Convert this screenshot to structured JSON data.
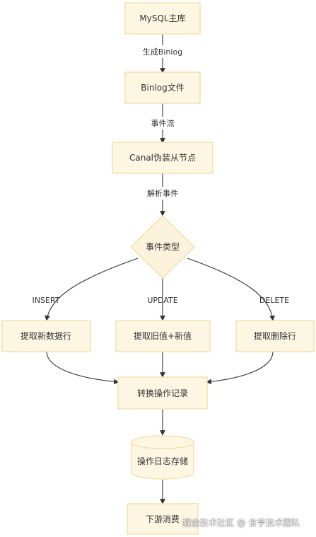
{
  "nodes": {
    "mysql_master": "MySQL主库",
    "binlog_file": "Binlog文件",
    "canal_slave": "Canal伪装从节点",
    "event_type": "事件类型",
    "extract_new": "提取新数据行",
    "extract_old_new": "提取旧值+新值",
    "extract_deleted": "提取删除行",
    "convert_record": "转换操作记录",
    "store_log": "操作日志存储",
    "downstream": "下游消费"
  },
  "edges": {
    "gen_binlog": "生成Binlog",
    "event_stream": "事件流",
    "parse_event": "解析事件",
    "insert": "INSERT",
    "update": "UPDATE",
    "delete": "DELETE"
  },
  "watermark": "掘金技术社区 @ 食亨技术团队"
}
